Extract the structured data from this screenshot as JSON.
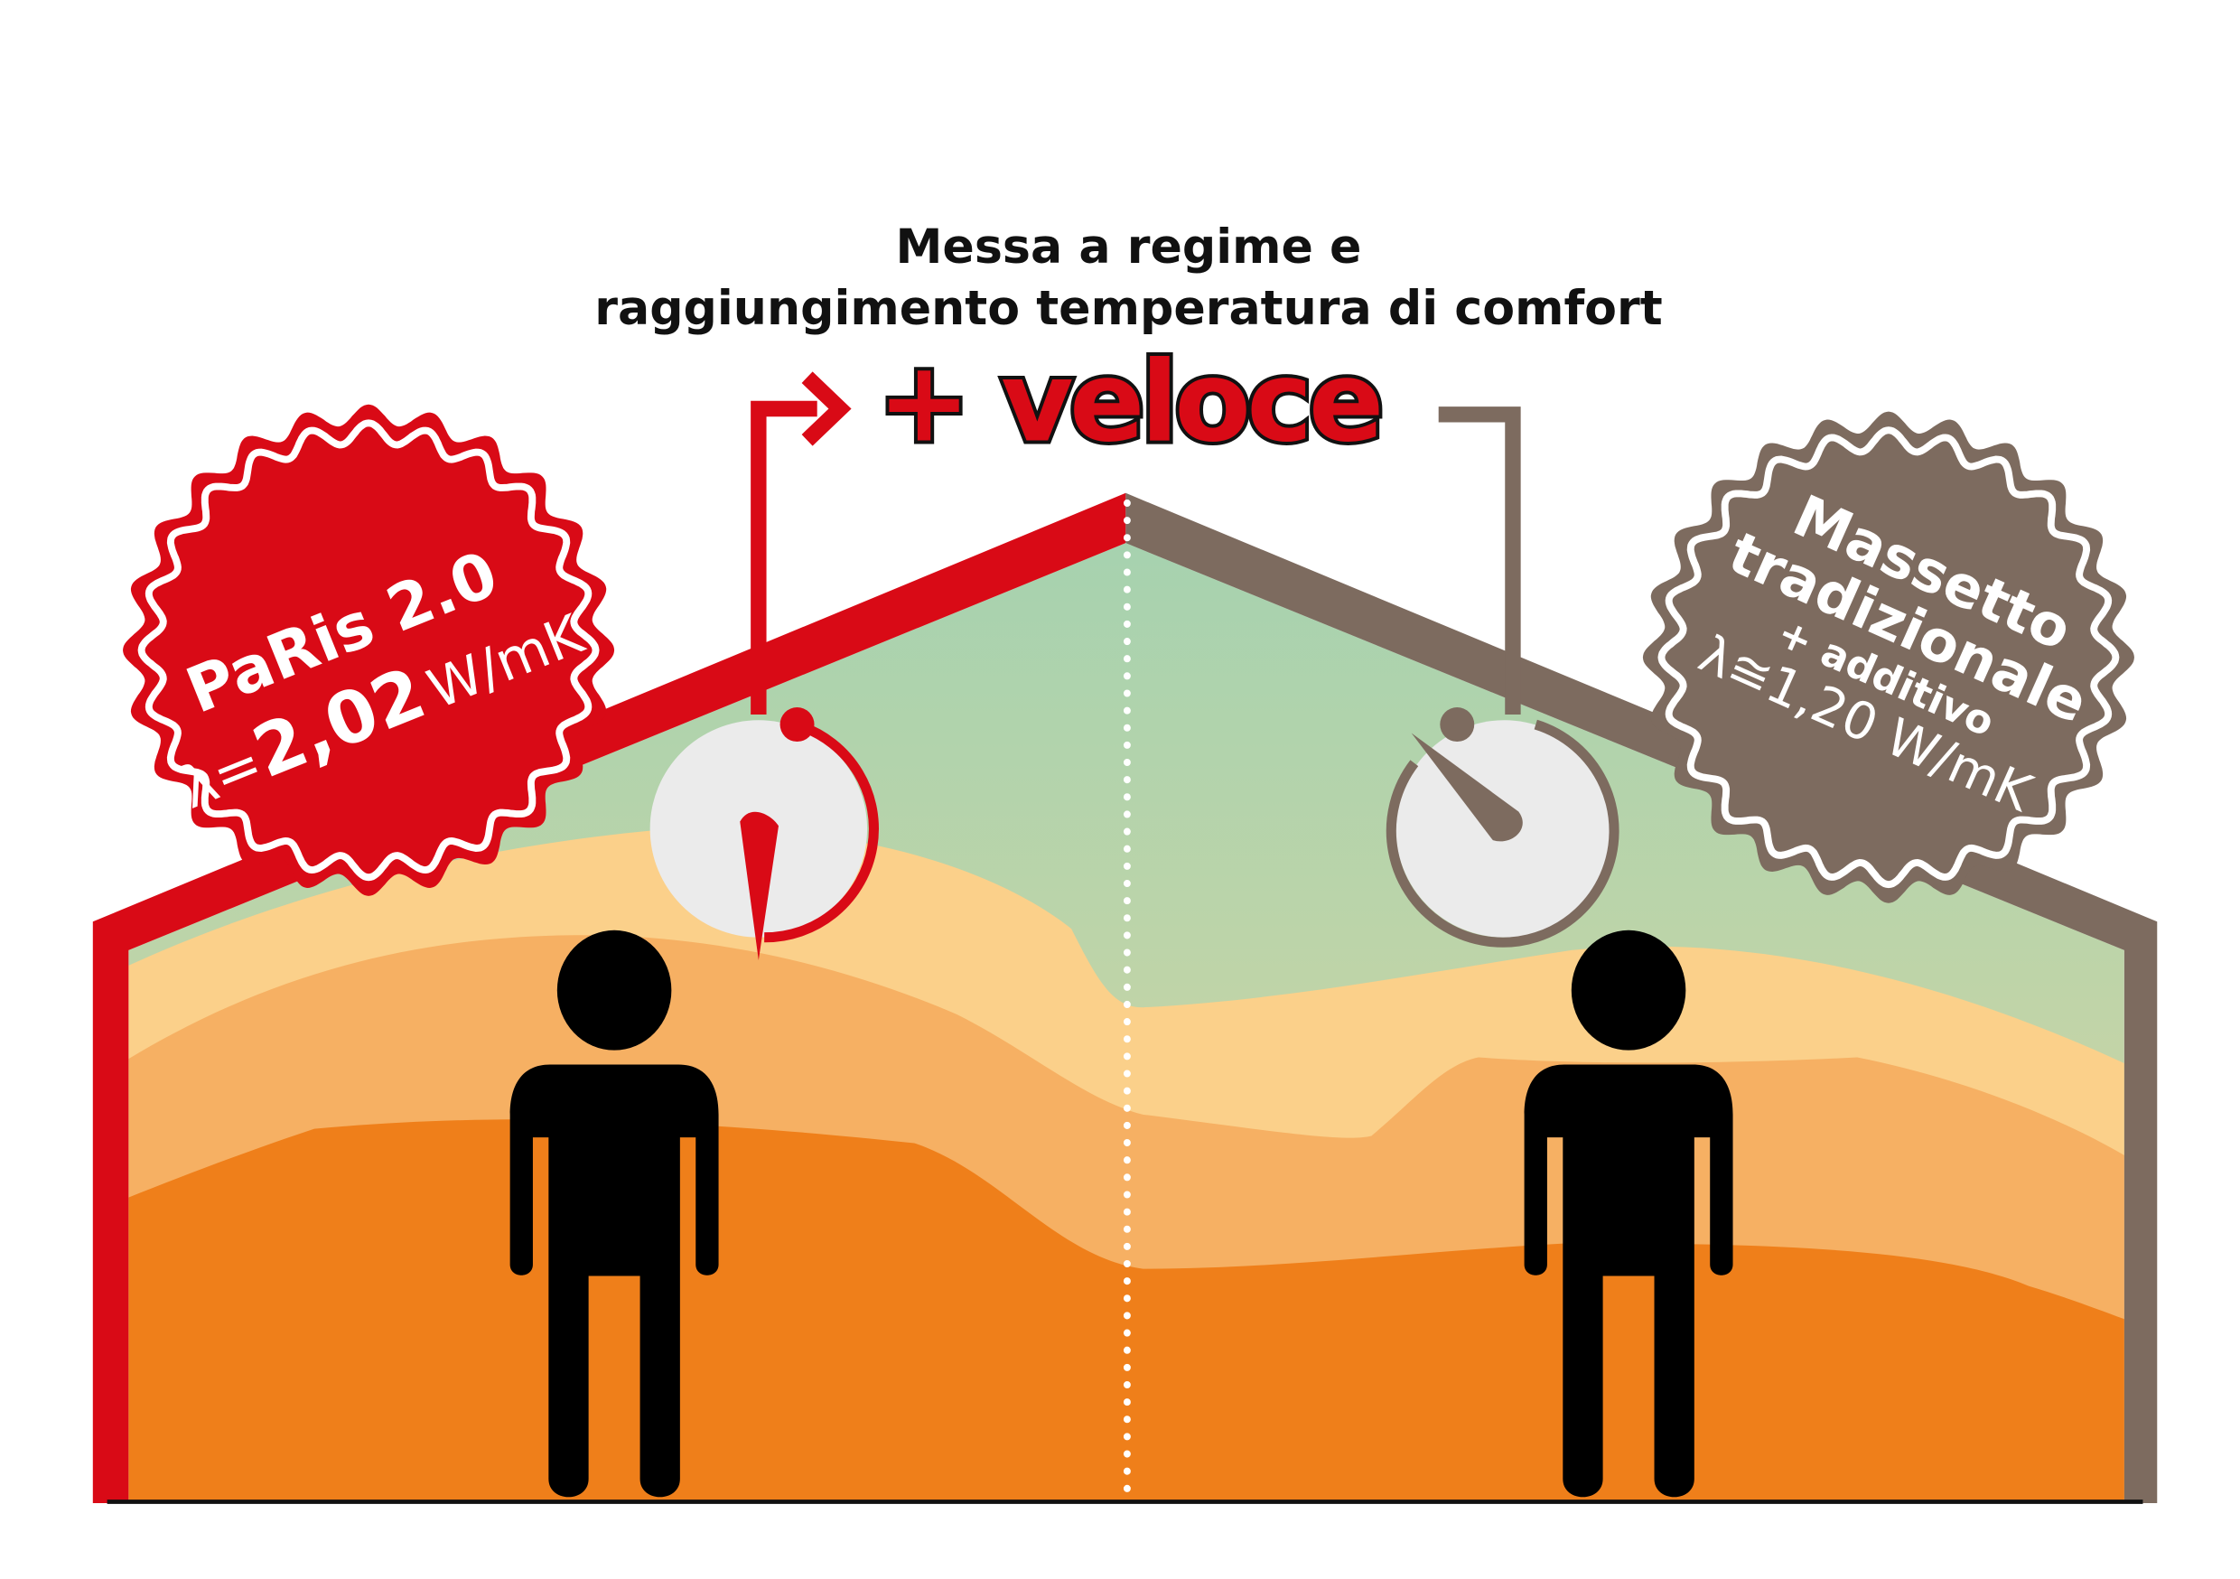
{
  "title": {
    "line1": "Messa a regime e",
    "line2": "raggiungimento temperatura di comfort",
    "highlight": "+ veloce"
  },
  "left_badge": {
    "name": "PaRis 2.0",
    "lambda_symbol": "λ=",
    "lambda_value": "2,02",
    "unit": "W/mK"
  },
  "right_badge": {
    "line1": "Massetto",
    "line2": "tradizionale",
    "line3": "+ additivo",
    "lambda": "λ≅1,20 W/mK"
  },
  "colors": {
    "red": "#d90a16",
    "brown": "#7d6b5f",
    "green": "#a3d2b0",
    "light_orange": "#fbd08a",
    "mid_orange": "#f6b063",
    "deep_orange": "#ef7f1a",
    "dial": "#ebebeb"
  }
}
